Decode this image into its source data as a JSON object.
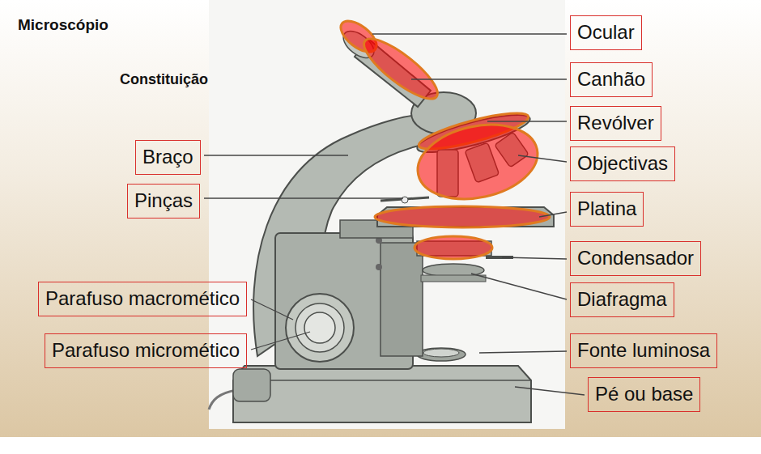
{
  "diagram": {
    "title": "Microscópio",
    "nodes": [
      {
        "text": [
          "Ocular"
        ]
      },
      {
        "text": [
          "Canhão"
        ]
      },
      {
        "text": [
          "Revólver"
        ]
      },
      {
        "text": [
          "Braço"
        ]
      },
      {
        "text": [
          "Objectivas"
        ]
      },
      {
        "text": [
          "Pinças"
        ]
      },
      {
        "text": [
          "Platina"
        ]
      },
      {
        "text": [
          "Condensador"
        ]
      },
      {
        "text": [
          "Parafuso macromético"
        ]
      },
      {
        "text": [
          "Diafragma"
        ]
      },
      {
        "text": [
          "Parafuso micromético"
        ]
      },
      {
        "text": [
          "Fonte luminosa"
        ]
      },
      {
        "text": [
          "Pé ou base"
        ]
      }
    ],
    "labels": [
      "Constituição"
    ]
  }
}
